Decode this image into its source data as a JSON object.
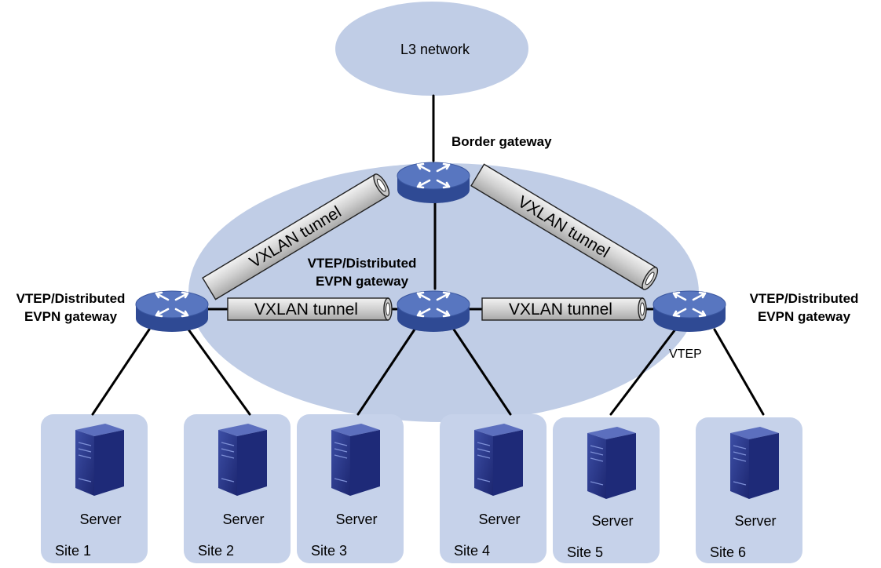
{
  "labels": {
    "l3_network": "L3 network",
    "border_gateway": "Border gateway",
    "vtep_center_line1": "VTEP/Distributed",
    "vtep_center_line2": "EVPN gateway",
    "vtep_left_line1": "VTEP/Distributed",
    "vtep_left_line2": "EVPN gateway",
    "vtep_right_line1": "VTEP/Distributed",
    "vtep_right_line2": "EVPN gateway",
    "vtep_small": "VTEP"
  },
  "tunnels": [
    {
      "label": "VXLAN tunnel"
    },
    {
      "label": "VXLAN tunnel"
    },
    {
      "label": "VXLAN tunnel"
    },
    {
      "label": "VXLAN tunnel"
    }
  ],
  "sites": [
    {
      "server": "Server",
      "site": "Site 1"
    },
    {
      "server": "Server",
      "site": "Site 2"
    },
    {
      "server": "Server",
      "site": "Site 3"
    },
    {
      "server": "Server",
      "site": "Site 4"
    },
    {
      "server": "Server",
      "site": "Site 5"
    },
    {
      "server": "Server",
      "site": "Site 6"
    }
  ],
  "colors": {
    "cloud": "#c0cde6",
    "site_box": "#c6d2ea",
    "router": "#3f5ea8",
    "router_top": "#5a78c0",
    "tunnel": "#d4d4d4",
    "server": "#2b3a8a"
  }
}
